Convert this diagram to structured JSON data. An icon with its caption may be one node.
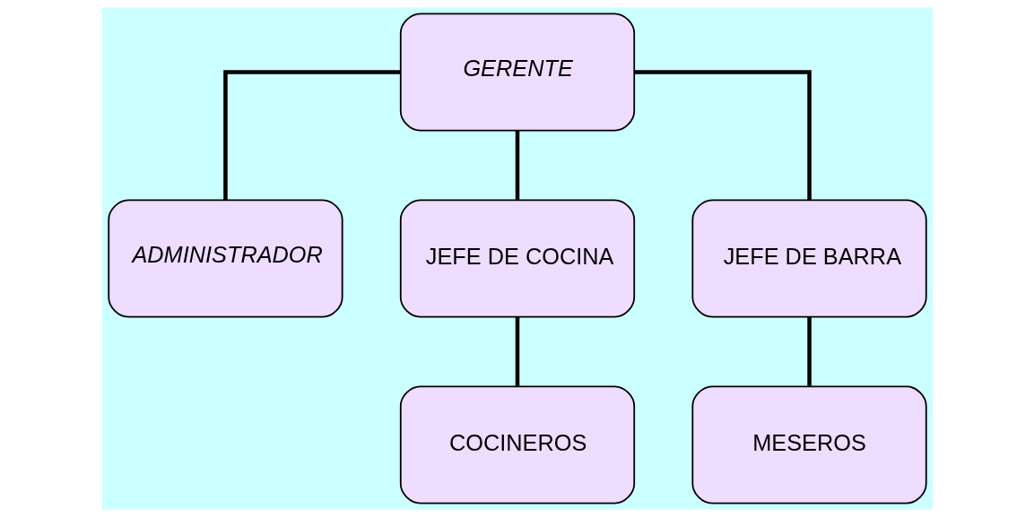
{
  "diagram": {
    "nodes": [
      {
        "text": [
          "GERENTE"
        ]
      },
      {
        "text": [
          "ADMINISTRADOR"
        ]
      },
      {
        "text": [
          "JEFE DE COCINA"
        ]
      },
      {
        "text": [
          "JEFE DE BARRA"
        ]
      },
      {
        "text": [
          "COCINEROS"
        ]
      },
      {
        "text": [
          "MESEROS"
        ]
      }
    ],
    "edges": [
      {
        "from": 0,
        "to": 1,
        "arrow": "none"
      },
      {
        "from": 0,
        "to": 2,
        "arrow": "none"
      },
      {
        "from": 0,
        "to": 3,
        "arrow": "none"
      },
      {
        "from": 2,
        "to": 4,
        "arrow": "none"
      },
      {
        "from": 3,
        "to": 5,
        "arrow": "none"
      }
    ]
  }
}
